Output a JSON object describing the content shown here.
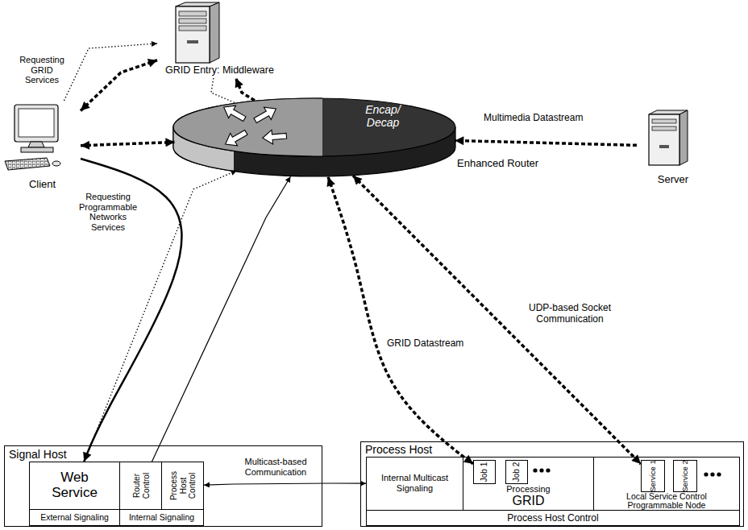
{
  "diagram": {
    "nodes": [
      {
        "text": [
          "Client"
        ]
      },
      {
        "text": [
          "GRID Entry: Middleware"
        ]
      },
      {
        "text": [
          "Encap/ Decap",
          "Enhanced Router"
        ]
      },
      {
        "text": [
          "Server"
        ]
      },
      {
        "text": [
          "Signal Host"
        ]
      },
      {
        "text": [
          "Web Service"
        ],
        "in": 4
      },
      {
        "text": [
          "External Signaling"
        ],
        "in": 4
      },
      {
        "text": [
          "Router Control"
        ],
        "in": 4
      },
      {
        "text": [
          "Process Host Control"
        ],
        "in": 4
      },
      {
        "text": [
          "Internal Signaling"
        ],
        "in": 4
      },
      {
        "text": [
          "Process Host"
        ]
      },
      {
        "text": [
          "Internal Multicast Signaling"
        ],
        "in": 10
      },
      {
        "text": [
          "Processing",
          "GRID"
        ],
        "in": 10
      },
      {
        "text": [
          "Job 1"
        ],
        "in": 12
      },
      {
        "text": [
          "Job 2"
        ],
        "in": 12
      },
      {
        "text": [
          "Local Service Control",
          "Programmable Node"
        ],
        "in": 10
      },
      {
        "text": [
          "Service 1"
        ],
        "in": 15
      },
      {
        "text": [
          "Service 2"
        ],
        "in": 15
      },
      {
        "text": [
          "Process Host Control"
        ],
        "in": 10
      }
    ],
    "edges": [
      {
        "from": 0,
        "to": 1,
        "arrow": "to",
        "label": "Requesting GRID Services"
      },
      {
        "from": 0,
        "to": 1,
        "arrow": "both"
      },
      {
        "from": 0,
        "to": 2,
        "arrow": "both"
      },
      {
        "from": 2,
        "to": 1,
        "arrow": "to"
      },
      {
        "from": 1,
        "to": 2,
        "arrow": "none"
      },
      {
        "from": 3,
        "to": 2,
        "arrow": "to",
        "label": "Multimedia Datastream"
      },
      {
        "from": 2,
        "to": 16,
        "arrow": "both",
        "label": "UDP-based Socket Communication"
      },
      {
        "from": 2,
        "to": 13,
        "arrow": "both",
        "label": "GRID Datastream"
      },
      {
        "from": 0,
        "to": 5,
        "arrow": "to",
        "label": "Requesting Programmable Networks Services"
      },
      {
        "from": 5,
        "to": 2,
        "arrow": "to"
      },
      {
        "from": 7,
        "to": 2,
        "arrow": "to"
      },
      {
        "from": 8,
        "to": 11,
        "arrow": "both",
        "label": "Multicast-based Communication"
      }
    ]
  }
}
